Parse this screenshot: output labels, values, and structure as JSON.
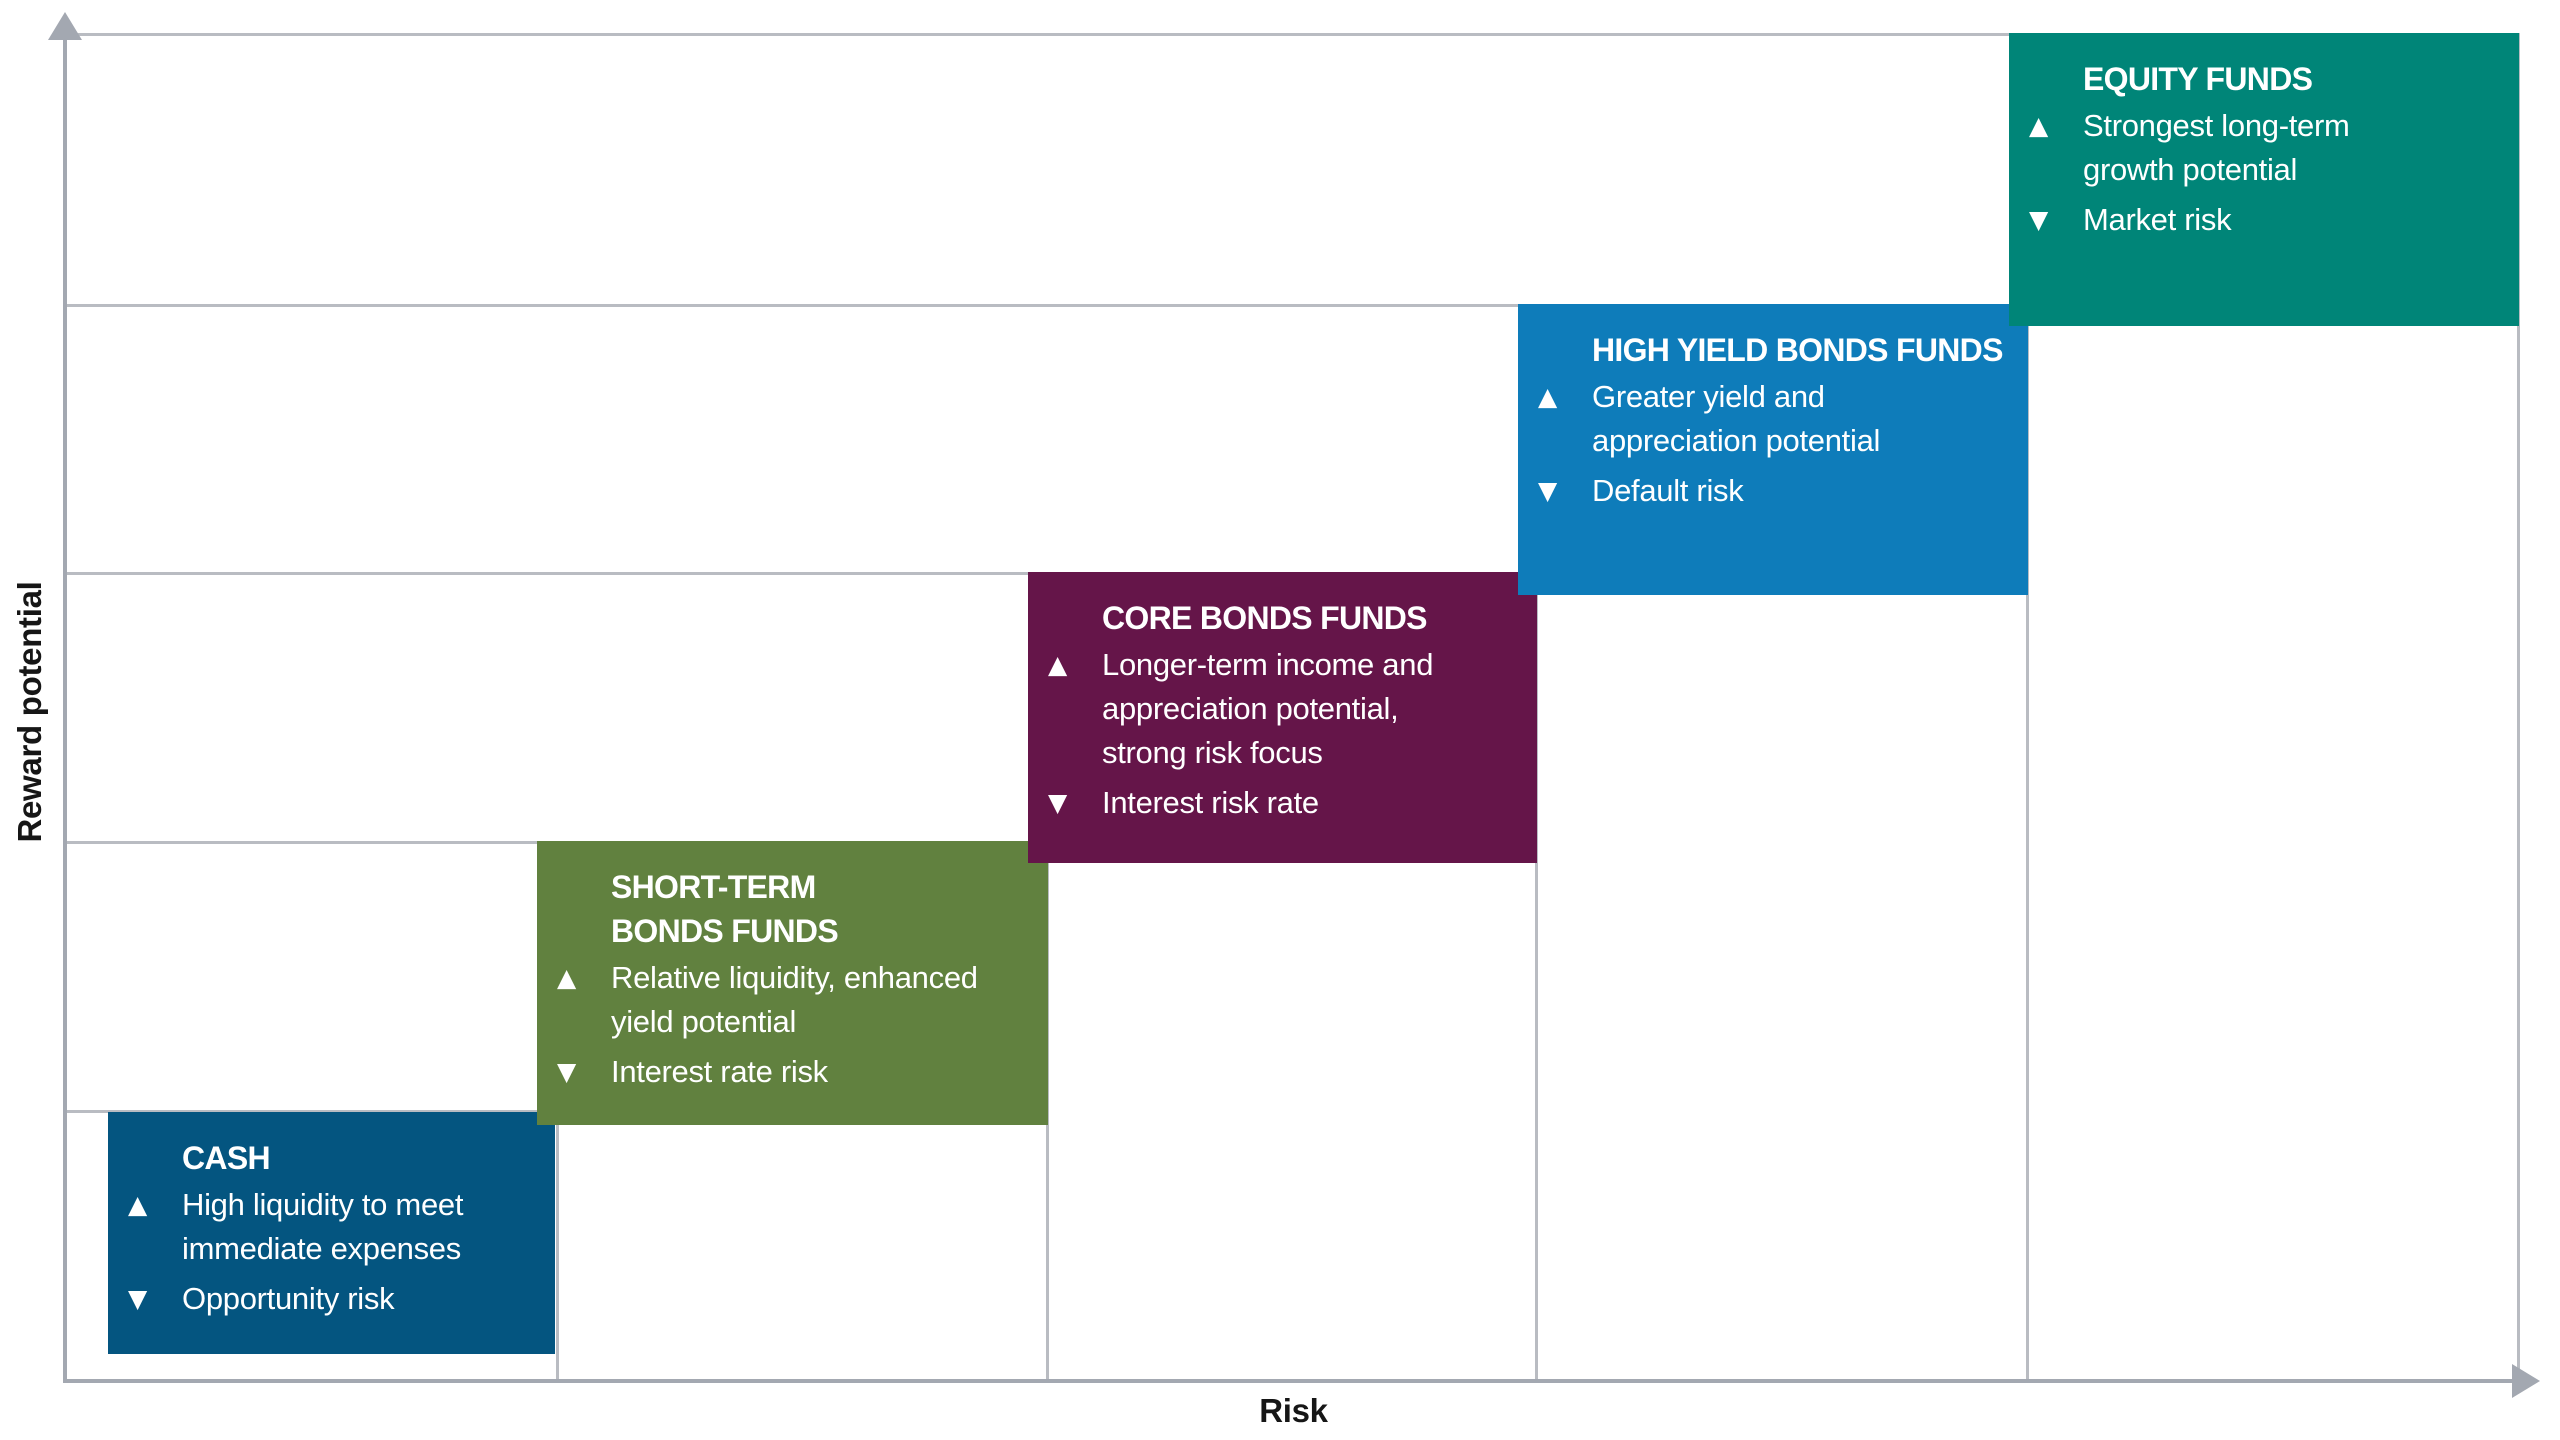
{
  "axis": {
    "x_label": "Risk",
    "y_label": "Reward potential"
  },
  "icons": {
    "benefit_marker": "▲",
    "risk_marker": "▼"
  },
  "colors": {
    "axis_line": "#a3a8b1",
    "gridline": "#b9bcc2",
    "label_text": "#161616",
    "box_text": "#ffffff",
    "cash": "#045580",
    "short_term_bonds": "#61813F",
    "core_bonds": "#651549",
    "high_yield_bonds": "#0E7CBA",
    "equity": "#008578"
  },
  "funds": [
    {
      "id": "cash",
      "title": "CASH",
      "benefit": "High liquidity to meet\nimmediate expenses",
      "risk": "Opportunity risk",
      "color": "#045580"
    },
    {
      "id": "short-term-bonds",
      "title": "SHORT-TERM\nBONDS FUNDS",
      "benefit": "Relative liquidity, enhanced\nyield potential",
      "risk": "Interest rate risk",
      "color": "#61813F"
    },
    {
      "id": "core-bonds",
      "title": "CORE BONDS FUNDS",
      "benefit": "Longer-term income and\nappreciation potential,\nstrong risk focus",
      "risk": "Interest risk rate",
      "color": "#651549"
    },
    {
      "id": "high-yield-bonds",
      "title": "HIGH YIELD BONDS FUNDS",
      "benefit": "Greater yield and\nappreciation potential",
      "risk": "Default risk",
      "color": "#0E7CBA"
    },
    {
      "id": "equity",
      "title": "EQUITY FUNDS",
      "benefit": "Strongest long-term\ngrowth potential",
      "risk": "Market risk",
      "color": "#008578"
    }
  ],
  "chart_data": {
    "type": "scatter",
    "title": "Risk vs. reward potential staircase of fund types",
    "xlabel": "Risk",
    "ylabel": "Reward potential",
    "x_range": [
      0,
      5
    ],
    "y_range": [
      0,
      5
    ],
    "grid": "staircase steps, no tick labels",
    "legend": "none",
    "x": [
      1,
      2,
      3,
      4,
      5
    ],
    "y": [
      1,
      2,
      3,
      4,
      5
    ],
    "point_labels": [
      "CASH",
      "SHORT-TERM BONDS FUNDS",
      "CORE BONDS FUNDS",
      "HIGH YIELD BONDS FUNDS",
      "EQUITY FUNDS"
    ],
    "annotations": [
      "CASH: up=High liquidity to meet immediate expenses; down=Opportunity risk",
      "SHORT-TERM BONDS FUNDS: up=Relative liquidity, enhanced yield potential; down=Interest rate risk",
      "CORE BONDS FUNDS: up=Longer-term income and appreciation potential, strong risk focus; down=Interest risk rate",
      "HIGH YIELD BONDS FUNDS: up=Greater yield and appreciation potential; down=Default risk",
      "EQUITY FUNDS: up=Strongest long-term growth potential; down=Market risk"
    ]
  }
}
